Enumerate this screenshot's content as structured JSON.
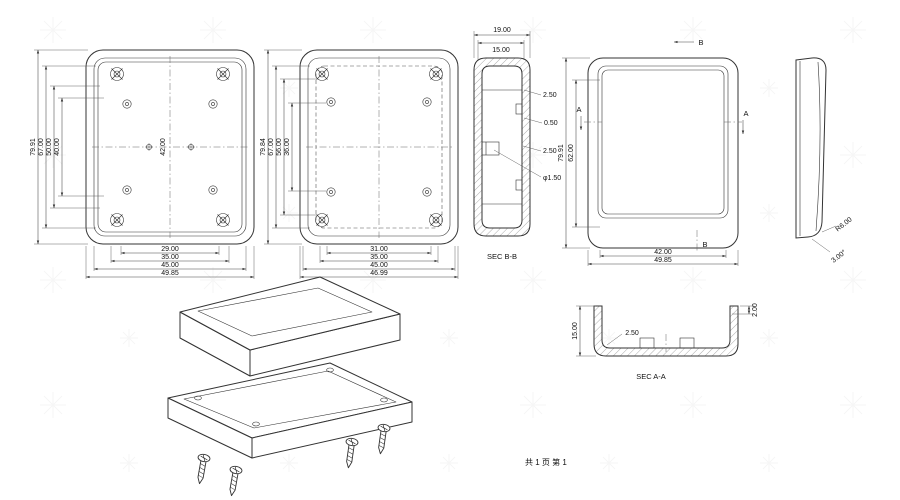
{
  "drawing": {
    "footer": "共 1 页  第 1",
    "views": {
      "base_top": {
        "vertical_dims": [
          "79.91",
          "67.00",
          "50.00",
          "40.00"
        ],
        "center_dim": "42.00",
        "horizontal_dims": [
          "29.00",
          "35.00",
          "45.00",
          "49.85"
        ]
      },
      "lid_top": {
        "vertical_dims": [
          "79.84",
          "67.00",
          "56.00",
          "36.00"
        ],
        "horizontal_dims": [
          "31.00",
          "35.00",
          "45.00",
          "46.99"
        ]
      },
      "section_bb": {
        "title": "SEC B-B",
        "top_dims": [
          "19.00",
          "15.00"
        ],
        "detail_dims": [
          "2.50",
          "0.50",
          "2.50",
          "φ1.50"
        ]
      },
      "front": {
        "vertical_dims": [
          "79.91",
          "62.00"
        ],
        "horizontal_dims": [
          "42.00",
          "49.85"
        ],
        "section_marker_a": "A",
        "section_marker_b": "B"
      },
      "side": {
        "radius_dim": "R6.00",
        "angle_dim": "3.00°"
      },
      "section_aa": {
        "title": "SEC A-A",
        "dims": [
          "15.00",
          "2.50",
          "2.00"
        ]
      }
    }
  }
}
